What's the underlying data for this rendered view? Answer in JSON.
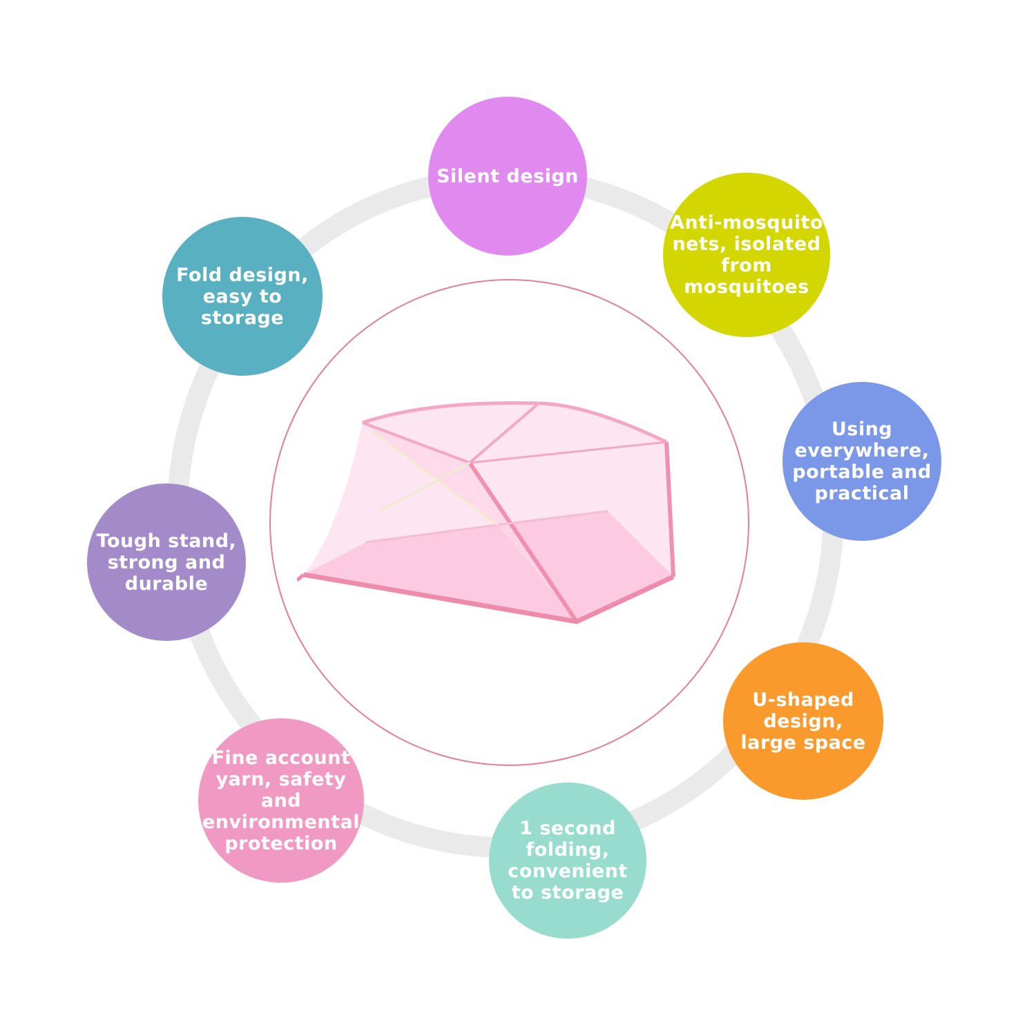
{
  "features": [
    {
      "id": "silent",
      "text": "Silent design",
      "color": "#e08af0"
    },
    {
      "id": "anti-mosquito",
      "text": "Anti-mosquito\nnets, isolated\nfrom\nmosquitoes",
      "color": "#d4d600"
    },
    {
      "id": "using-everywhere",
      "text": "Using\neverywhere,\nportable and\npractical",
      "color": "#7b98e8"
    },
    {
      "id": "u-shaped",
      "text": "U-shaped\ndesign,\nlarge space",
      "color": "#fb9a2c"
    },
    {
      "id": "one-second",
      "text": "1 second\nfolding,\nconvenient\nto storage",
      "color": "#97dccd"
    },
    {
      "id": "fine-account",
      "text": "Fine account\nyarn, safety\nand\nenvironmental\nprotection",
      "color": "#f09ac3"
    },
    {
      "id": "tough-stand",
      "text": "Tough stand,\nstrong and\ndurable",
      "color": "#a38bc9"
    },
    {
      "id": "fold-design",
      "text": "Fold design,\neasy to\nstorage",
      "color": "#58b0c0"
    }
  ],
  "colors": {
    "ring": "#eaeaea",
    "center_border": "#e57d93",
    "tent_fill": "#fcd2e6",
    "tent_frame": "#f08fb0"
  }
}
